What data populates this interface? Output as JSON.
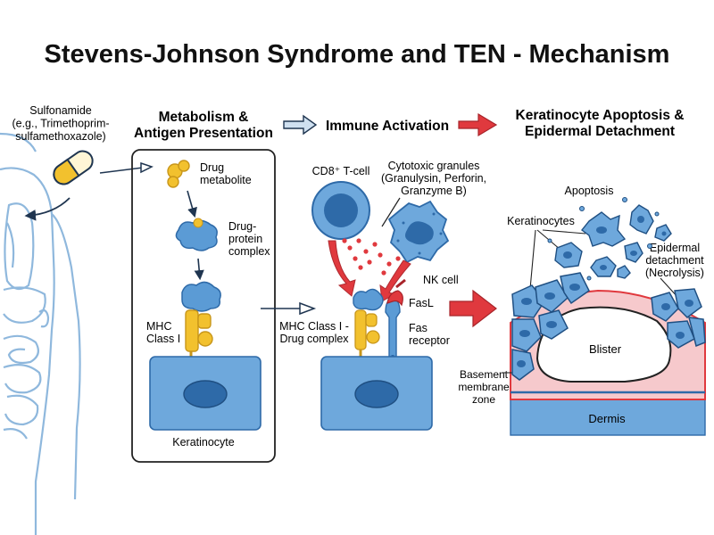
{
  "title": "Stevens-Johnson Syndrome and TEN - Mechanism",
  "headers": {
    "metabolism": [
      "Metabolism &",
      "Antigen Presentation"
    ],
    "immune": [
      "Immune Activation"
    ],
    "apoptosis": [
      "Keratinocyte Apoptosis &",
      "Epidermal Detachment"
    ]
  },
  "labels": {
    "drug": [
      "Sulfonamide",
      "(e.g., Trimethoprim-",
      "sulfamethoxazole)"
    ],
    "metabolite": [
      "Drug",
      "metabolite"
    ],
    "complex": [
      "Drug-",
      "protein",
      "complex"
    ],
    "mhc": [
      "MHC",
      "Class I"
    ],
    "keratinocyte_cell": [
      "Keratinocyte"
    ],
    "cd8": [
      "CD8⁺ T-cell"
    ],
    "granules": [
      "Cytotoxic granules",
      "(Granulysin, Perforin,",
      "Granzyme B)"
    ],
    "nk": [
      "NK cell"
    ],
    "fasl": [
      "FasL"
    ],
    "fas": [
      "Fas",
      "receptor"
    ],
    "mhc_drug": [
      "MHC Class I -",
      "Drug complex"
    ],
    "apoptosis": [
      "Apoptosis"
    ],
    "keratinocytes": [
      "Keratinocytes"
    ],
    "detachment": [
      "Epidermal",
      "detachment",
      "(Necrolysis)"
    ],
    "blister": [
      "Blister"
    ],
    "basement": [
      "Basement",
      "membrane",
      "zone"
    ],
    "dermis": [
      "Dermis"
    ]
  },
  "colors": {
    "cell_blue": "#5b9bd5",
    "cell_dark": "#2e6aa8",
    "pill_yellow": "#f2c12e",
    "red_arrow": "#e0393e",
    "membrane_pink": "#f6c9cc",
    "body_outline": "#8fb8dd"
  }
}
